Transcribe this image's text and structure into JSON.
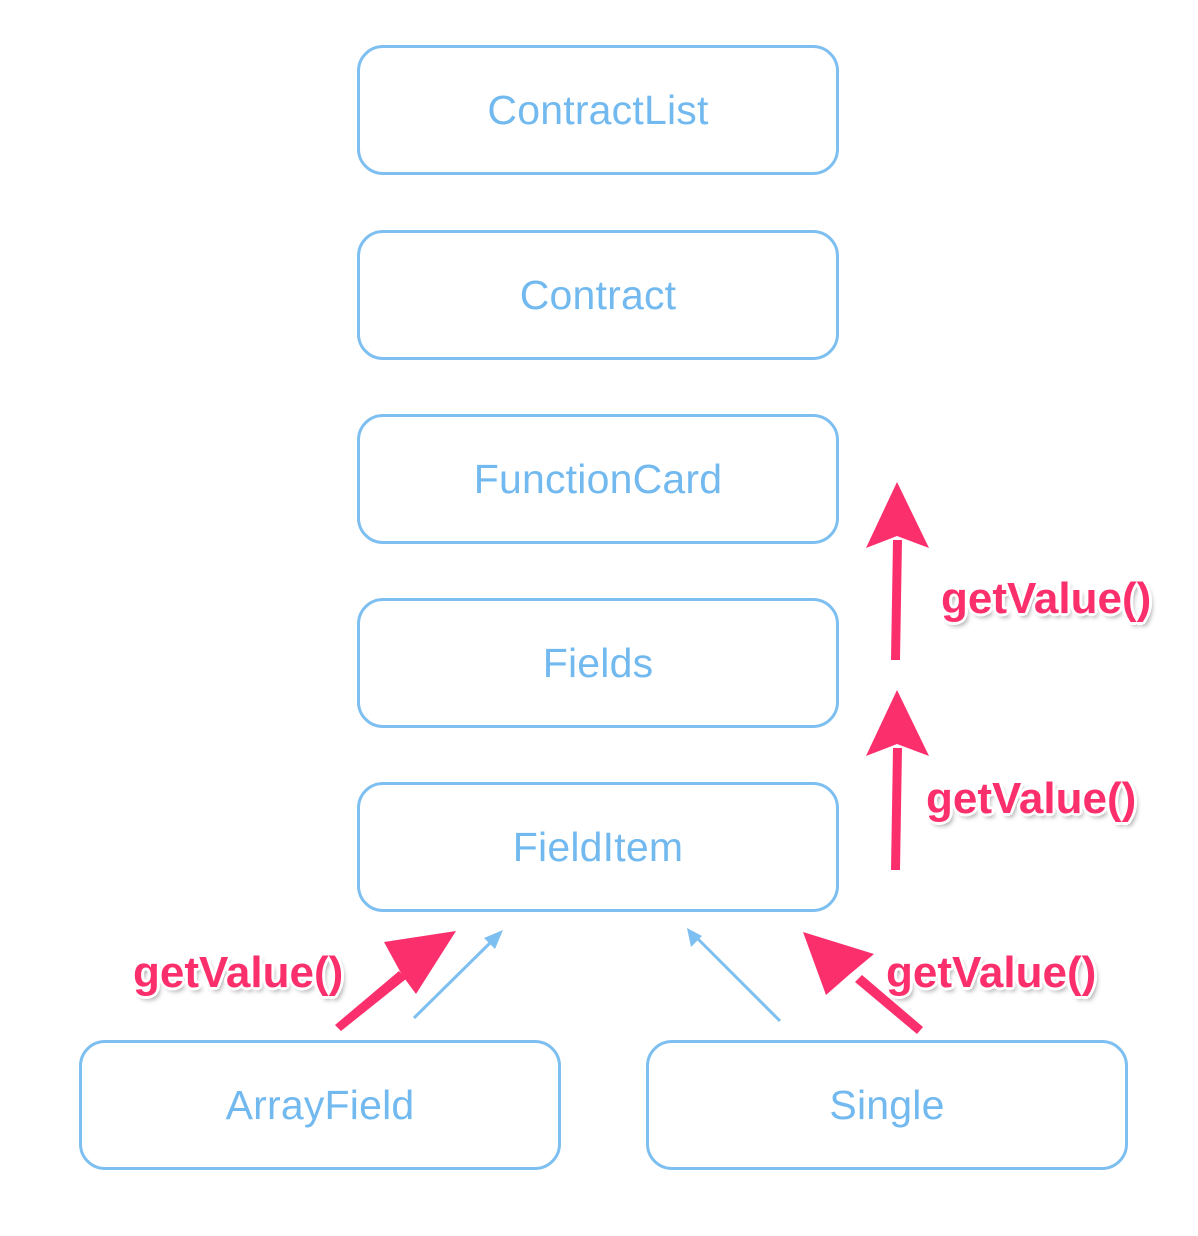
{
  "nodes": {
    "contractlist": "ContractList",
    "contract": "Contract",
    "functioncard": "FunctionCard",
    "fields": "Fields",
    "fielditem": "FieldItem",
    "arrayfield": "ArrayField",
    "single": "Single"
  },
  "call_labels": {
    "fields_to_functioncard": "getValue()",
    "fielditem_to_fields": "getValue()",
    "arrayfield_to_fielditem": "getValue()",
    "single_to_fielditem": "getValue()"
  },
  "colors": {
    "node_border": "#7dbff0",
    "node_text": "#72b9ef",
    "value_arrow": "#fb2f6c",
    "hierarchy_arrow": "#7dbff0"
  }
}
